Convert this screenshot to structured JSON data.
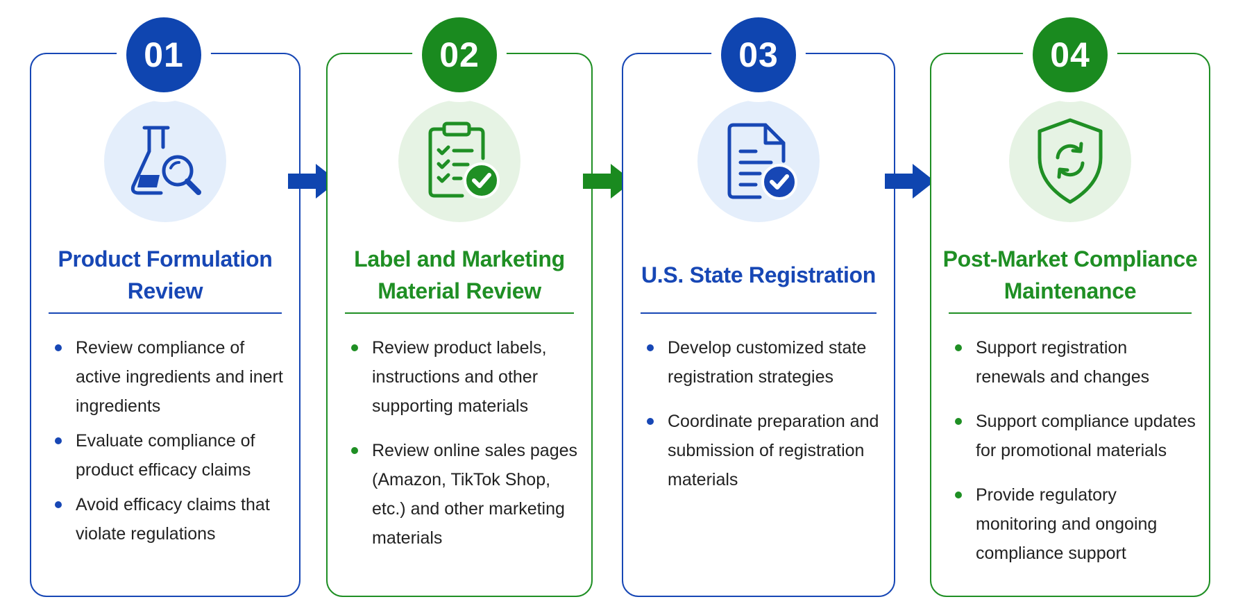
{
  "colors": {
    "blue": "#1747b5",
    "green": "#1f8f24",
    "blue_tint": "#e4eefb",
    "green_tint": "#e6f3e4"
  },
  "steps": [
    {
      "number": "01",
      "icon": "flask-magnifier-icon",
      "title_lines": [
        "Product Formulation",
        "Review"
      ],
      "bullets": [
        "Review compliance of active ingredients and inert ingredients",
        "Evaluate compliance of product efficacy claims",
        "Avoid efficacy claims that violate regulations"
      ]
    },
    {
      "number": "02",
      "icon": "clipboard-checklist-icon",
      "title_lines": [
        "Label and Marketing",
        "Material Review"
      ],
      "bullets": [
        "Review product labels, instructions and other supporting materials",
        "Review online sales pages (Amazon, TikTok Shop, etc.) and other marketing materials"
      ]
    },
    {
      "number": "03",
      "icon": "document-check-icon",
      "title_lines": [
        "U.S. State Registration"
      ],
      "bullets": [
        "Develop customized state registration strategies",
        "Coordinate preparation and submission of registration materials"
      ]
    },
    {
      "number": "04",
      "icon": "shield-refresh-icon",
      "title_lines": [
        "Post-Market Compliance",
        "Maintenance"
      ],
      "bullets": [
        "Support registration renewals and changes",
        "Support compliance updates for promotional materials",
        "Provide regulatory monitoring and ongoing compliance support"
      ]
    }
  ]
}
